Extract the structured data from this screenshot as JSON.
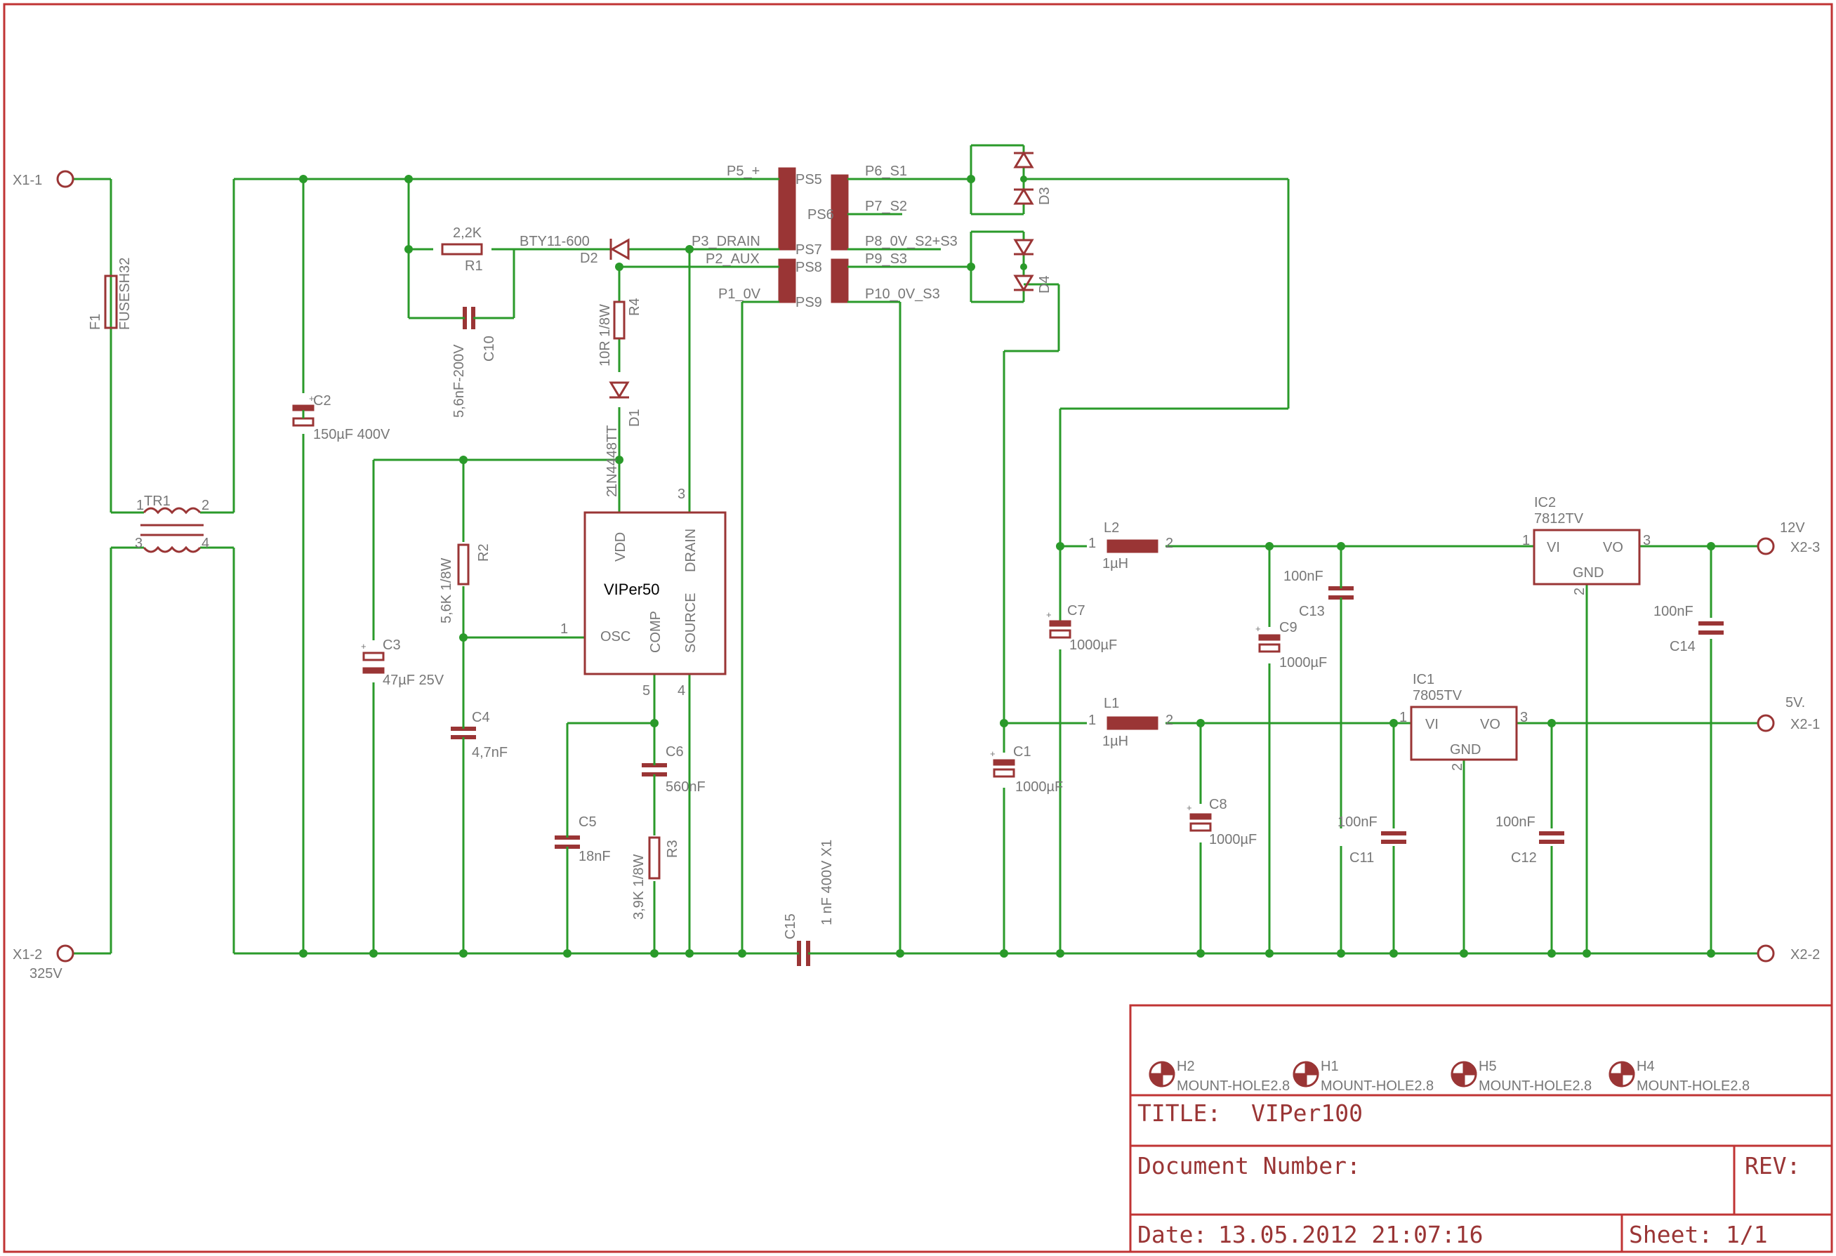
{
  "components": {
    "x1_1": "X1-1",
    "x1_2": "X1-2",
    "x1_2_value": "325V",
    "f1": "F1",
    "f1_value": "FUSESH32",
    "tr1": "TR1",
    "tr1_p1": "1",
    "tr1_p2": "2",
    "tr1_p3": "3",
    "tr1_p4": "4",
    "c2": "C2",
    "c2_value": "150µF 400V",
    "r1": "R1",
    "r1_value": "2,2K",
    "c10": "C10",
    "c10_value": "5,6nF-200V",
    "d2": "D2",
    "d2_value": "BTY11-600",
    "r4": "R4",
    "r4_value": "10R 1/8W",
    "d1": "D1",
    "d1_value": "1N4448TT",
    "c3": "C3",
    "c3_value": "47µF 25V",
    "r2": "R2",
    "r2_value": "5,6K 1/8W",
    "c4": "C4",
    "c4_value": "4,7nF",
    "c5": "C5",
    "c5_value": "18nF",
    "c6": "C6",
    "c6_value": "560nF",
    "r3": "R3",
    "r3_value": "3,9K 1/8W",
    "c15": "C15",
    "c15_value": "1 nF 400V X1",
    "ic_name": "VIPer50",
    "ic_vdd": "VDD",
    "ic_drain": "DRAIN",
    "ic_osc": "OSC",
    "ic_comp": "COMP",
    "ic_source": "SOURCE",
    "ic_pin1": "1",
    "ic_pin2": "2",
    "ic_pin3": "3",
    "ic_pin4": "4",
    "ic_pin5": "5",
    "ps5": "PS5",
    "ps6": "PS6",
    "ps7": "PS7",
    "ps8": "PS8",
    "ps9": "PS9",
    "p5": "P5_+",
    "p3": "P3_DRAIN",
    "p2": "P2_AUX",
    "p1": "P1_0V",
    "p6": "P6_S1",
    "p7": "P7_S2",
    "p8": "P8_0V_S2+S3",
    "p9": "P9_S3",
    "p10": "P10_0V_S3",
    "d3": "D3",
    "d4": "D4",
    "l2": "L2",
    "l2_value": "1µH",
    "l1": "L1",
    "l1_value": "1µH",
    "pin_1": "1",
    "pin_2": "2",
    "pin_3": "3",
    "c7": "C7",
    "c7_value": "1000µF",
    "c9": "C9",
    "c9_value": "1000µF",
    "c13": "C13",
    "c13_value": "100nF",
    "c1": "C1",
    "c1_value": "1000µF",
    "c8": "C8",
    "c8_value": "1000µF",
    "c11": "C11",
    "c11_value": "100nF",
    "c12": "C12",
    "c12_value": "100nF",
    "c14": "C14",
    "c14_value": "100nF",
    "ic2": "IC2",
    "ic2_value": "7812TV",
    "ic1": "IC1",
    "ic1_value": "7805TV",
    "reg_vi": "VI",
    "reg_vo": "VO",
    "reg_gnd": "GND",
    "x2_3": "X2-3",
    "x2_3_value": "12V",
    "x2_1": "X2-1",
    "x2_1_value": "5V.",
    "x2_2": "X2-2"
  },
  "title_block": {
    "holes": [
      {
        "name": "H2",
        "value": "MOUNT-HOLE2.8"
      },
      {
        "name": "H1",
        "value": "MOUNT-HOLE2.8"
      },
      {
        "name": "H5",
        "value": "MOUNT-HOLE2.8"
      },
      {
        "name": "H4",
        "value": "MOUNT-HOLE2.8"
      }
    ],
    "title_label": "TITLE:",
    "title": "VIPer100",
    "doc_label": "Document Number:",
    "rev_label": "REV:",
    "date_label": "Date:",
    "date": "13.05.2012 21:07:16",
    "sheet_label": "Sheet:",
    "sheet": "1/1"
  },
  "colors": {
    "wire": "#2a9a2a",
    "part": "#9a3535",
    "frame": "#c03434",
    "label": "#777777"
  }
}
